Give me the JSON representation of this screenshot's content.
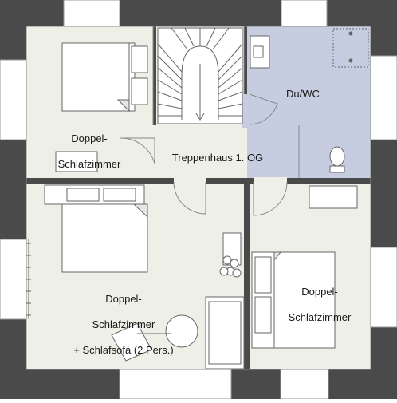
{
  "colors": {
    "wall": "#4a4a4a",
    "floor": "#eef0e8",
    "bath_floor": "#c6cde0",
    "window": "#ffffff",
    "furniture_stroke": "#666666",
    "furniture_fill": "#ffffff"
  },
  "rooms": {
    "top_left": {
      "line1": "Doppel-",
      "line2": "Schlafzimmer"
    },
    "bathroom": {
      "label": "Du/WC"
    },
    "stairwell": {
      "label": "Treppenhaus 1. OG"
    },
    "bottom_left": {
      "line1": "Doppel-",
      "line2": "Schlafzimmer",
      "line3": "+ Schlafsofa (2 Pers.)"
    },
    "right": {
      "line1": "Doppel-",
      "line2": "Schlafzimmer"
    }
  },
  "icons": [
    "bed-icon",
    "toilet-icon",
    "shower-icon",
    "sink-icon",
    "sofa-icon",
    "chair-icon",
    "floor-lamp-icon",
    "plant-icon",
    "radiator-icon",
    "staircase-icon"
  ]
}
